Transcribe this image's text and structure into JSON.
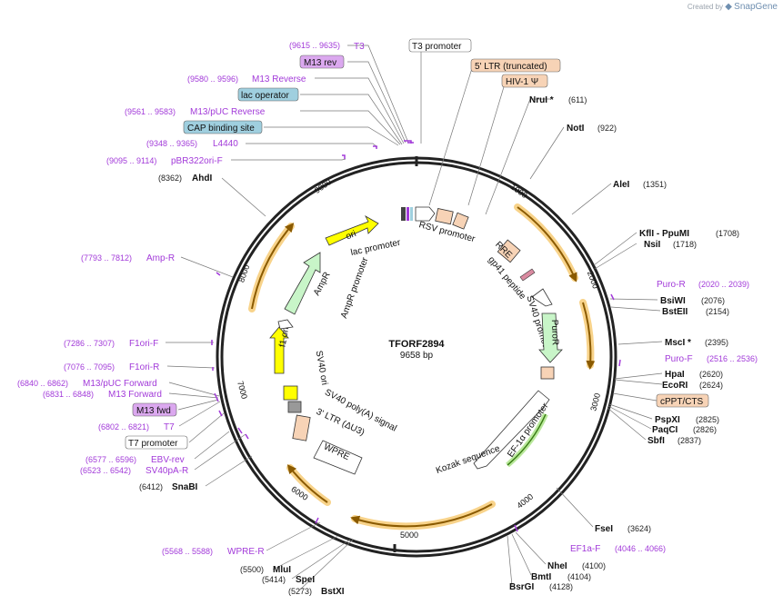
{
  "watermark": {
    "created_by": "Created by",
    "brand": "SnapGene"
  },
  "plasmid": {
    "name": "TFORF2894",
    "size": "9658 bp",
    "length": 9658
  },
  "ticks": [
    "1000",
    "2000",
    "3000",
    "4000",
    "5000",
    "6000",
    "7000",
    "8000",
    "9000"
  ],
  "enzymes": [
    {
      "name": "NruI *",
      "pos": "(611)"
    },
    {
      "name": "NotI",
      "pos": "(922)"
    },
    {
      "name": "AleI",
      "pos": "(1351)"
    },
    {
      "name": "KflI  - PpuMI",
      "pos": "(1708)"
    },
    {
      "name": "NsiI",
      "pos": "(1718)"
    },
    {
      "name": "BsiWI",
      "pos": "(2076)"
    },
    {
      "name": "BstEII",
      "pos": "(2154)"
    },
    {
      "name": "MscI *",
      "pos": "(2395)"
    },
    {
      "name": "HpaI",
      "pos": "(2620)"
    },
    {
      "name": "EcoRI",
      "pos": "(2624)"
    },
    {
      "name": "PspXI",
      "pos": "(2825)"
    },
    {
      "name": "PaqCI",
      "pos": "(2826)"
    },
    {
      "name": "SbfI",
      "pos": "(2837)"
    },
    {
      "name": "FseI",
      "pos": "(3624)"
    },
    {
      "name": "NheI",
      "pos": "(4100)"
    },
    {
      "name": "BmtI",
      "pos": "(4104)"
    },
    {
      "name": "BsrGI",
      "pos": "(4128)"
    },
    {
      "name": "BstXI",
      "pos": "(5273)"
    },
    {
      "name": "SpeI",
      "pos": "(5414)"
    },
    {
      "name": "MluI",
      "pos": "(5500)"
    },
    {
      "name": "SnaBI",
      "pos": "(6412)"
    },
    {
      "name": "AhdI",
      "pos": "(8362)"
    }
  ],
  "primers": [
    {
      "name": "T3",
      "pos": "(9615 .. 9635)"
    },
    {
      "name": "M13 Reverse",
      "pos": "(9580 .. 9596)"
    },
    {
      "name": "M13/pUC Reverse",
      "pos": "(9561 .. 9583)"
    },
    {
      "name": "L4440",
      "pos": "(9348 .. 9365)"
    },
    {
      "name": "pBR322ori-F",
      "pos": "(9095 .. 9114)"
    },
    {
      "name": "Amp-R",
      "pos": "(7793 .. 7812)"
    },
    {
      "name": "F1ori-F",
      "pos": "(7286 .. 7307)"
    },
    {
      "name": "F1ori-R",
      "pos": "(7076 .. 7095)"
    },
    {
      "name": "M13/pUC Forward",
      "pos": "(6840 .. 6862)"
    },
    {
      "name": "M13 Forward",
      "pos": "(6831 .. 6848)"
    },
    {
      "name": "T7",
      "pos": "(6802 .. 6821)"
    },
    {
      "name": "EBV-rev",
      "pos": "(6577 .. 6596)"
    },
    {
      "name": "SV40pA-R",
      "pos": "(6523 .. 6542)"
    },
    {
      "name": "WPRE-R",
      "pos": "(5568 .. 5588)"
    },
    {
      "name": "Puro-R",
      "pos": "(2020 .. 2039)"
    },
    {
      "name": "Puro-F",
      "pos": "(2516 .. 2536)"
    },
    {
      "name": "EF1a-F",
      "pos": "(4046 .. 4066)"
    }
  ],
  "boxed_labels": [
    {
      "name": "M13 rev",
      "color": "#dba8ef"
    },
    {
      "name": "lac operator",
      "color": "#9fcfdf"
    },
    {
      "name": "CAP binding site",
      "color": "#9fcfdf"
    },
    {
      "name": "M13 fwd",
      "color": "#dba8ef"
    },
    {
      "name": "T7 promoter",
      "color": "#ffffff"
    },
    {
      "name": "T3 promoter",
      "color": "#ffffff"
    },
    {
      "name": "5' LTR (truncated)",
      "color": "#f7d3b6"
    },
    {
      "name": "HIV-1 Ψ",
      "color": "#f7d3b6"
    },
    {
      "name": "cPPT/CTS",
      "color": "#f7d3b6"
    }
  ],
  "features": [
    {
      "name": "ori"
    },
    {
      "name": "lac promoter"
    },
    {
      "name": "RSV promoter"
    },
    {
      "name": "RRE"
    },
    {
      "name": "gp41 peptide"
    },
    {
      "name": "SV40 promoter"
    },
    {
      "name": "PuroR"
    },
    {
      "name": "EF-1α promoter"
    },
    {
      "name": "Kozak sequence"
    },
    {
      "name": "WPRE"
    },
    {
      "name": "3' LTR (ΔU3)"
    },
    {
      "name": "SV40 poly(A) signal"
    },
    {
      "name": "SV40 ori"
    },
    {
      "name": "f1 ori"
    },
    {
      "name": "AmpR promoter"
    },
    {
      "name": "AmpR"
    }
  ],
  "colors": {
    "ori": "#ffff00",
    "amp": "#c8f5c8",
    "ltr": "#f7d3b6",
    "promoter": "#ffffff",
    "primer": "#a23ad9",
    "orf": "#f5b73b"
  }
}
